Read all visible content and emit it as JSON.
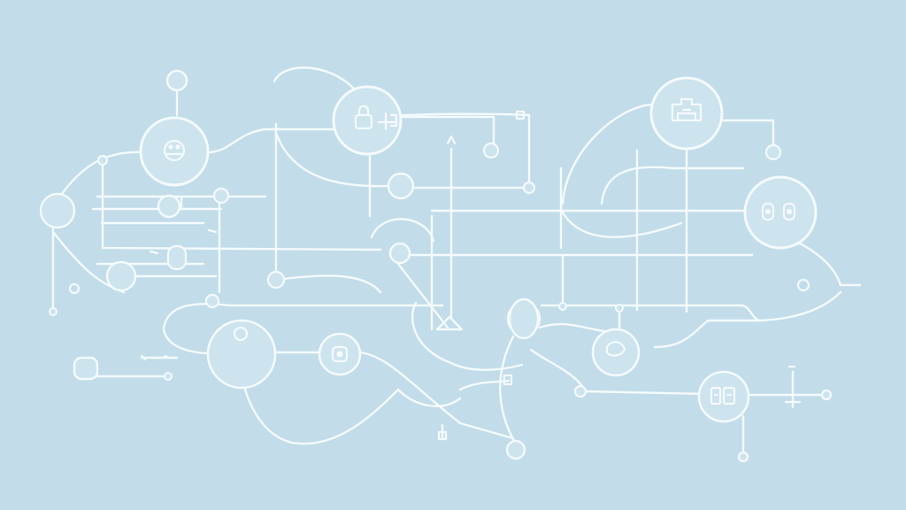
{
  "colors": {
    "background": "#c2dce9",
    "line": "#f4fafd",
    "node_fill": "#cde3ee"
  },
  "diagram": {
    "type": "network-diagram",
    "text_labels": [],
    "nodes": [
      {
        "id": "node-top-left-pin",
        "icon": "none"
      },
      {
        "id": "node-face-left",
        "icon": "face-icon"
      },
      {
        "id": "node-far-left",
        "icon": "none"
      },
      {
        "id": "node-left-small",
        "icon": "none"
      },
      {
        "id": "node-left-mid",
        "icon": "none"
      },
      {
        "id": "node-left-lower",
        "icon": "none"
      },
      {
        "id": "node-bottom-left-square",
        "icon": "square-icon"
      },
      {
        "id": "node-lock-top",
        "icon": "lock-icon"
      },
      {
        "id": "node-center-upper",
        "icon": "none"
      },
      {
        "id": "node-center",
        "icon": "none"
      },
      {
        "id": "node-center-lower",
        "icon": "none"
      },
      {
        "id": "node-bottom-chip",
        "icon": "chip-icon"
      },
      {
        "id": "node-bottom-small",
        "icon": "none"
      },
      {
        "id": "node-building-top-right",
        "icon": "building-icon"
      },
      {
        "id": "node-robot-right",
        "icon": "robot-icon"
      },
      {
        "id": "node-right-small",
        "icon": "none"
      },
      {
        "id": "node-right-lower",
        "icon": "none"
      },
      {
        "id": "node-bottom-right-device",
        "icon": "device-icon"
      },
      {
        "id": "node-bottom-center",
        "icon": "none"
      }
    ]
  }
}
